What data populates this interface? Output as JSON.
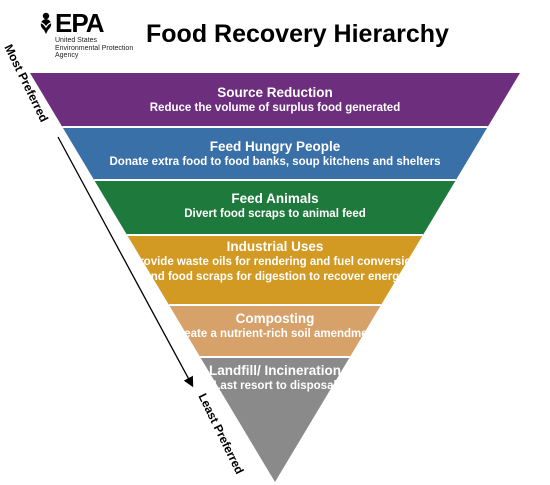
{
  "logo": {
    "word": "EPA",
    "sub_lines": [
      "United States",
      "Environmental Protection",
      "Agency"
    ]
  },
  "title": "Food Recovery Hierarchy",
  "axis": {
    "top_label": "Most Preferred",
    "bottom_label": "Least Preferred"
  },
  "tiers": [
    {
      "title": "Source Reduction",
      "description": "Reduce the volume of surplus food generated",
      "color": "#6e2e7e"
    },
    {
      "title": "Feed Hungry People",
      "description": "Donate extra food to food banks, soup kitchens and shelters",
      "color": "#3a70a8"
    },
    {
      "title": "Feed Animals",
      "description": "Divert food scraps to animal feed",
      "color": "#1e7a3c"
    },
    {
      "title": "Industrial Uses",
      "description": "Provide waste oils for rendering and fuel conversion and food scraps for digestion to recover energy",
      "color": "#d29a22"
    },
    {
      "title": "Composting",
      "description": "Create a nutrient-rich soil amendment",
      "color": "#d7a16a"
    },
    {
      "title": "Landfill/ Incineration",
      "description": "Last resort to disposal",
      "color": "#8a8a8a"
    }
  ]
}
